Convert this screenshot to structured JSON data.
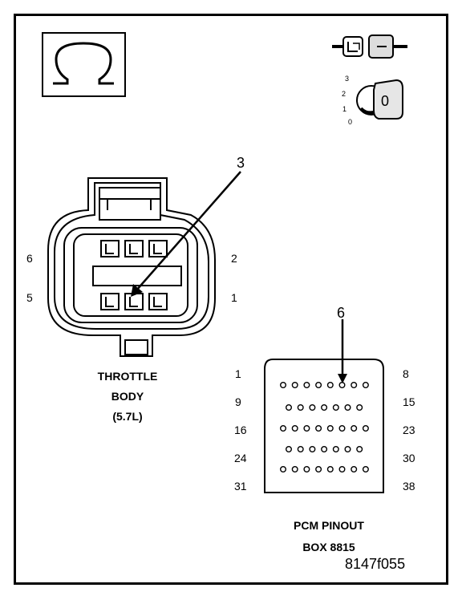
{
  "connector": {
    "pin_left_top": "6",
    "pin_left_bottom": "5",
    "pin_right_top": "2",
    "pin_right_bottom": "1",
    "callout": "3",
    "caption_line1": "THROTTLE",
    "caption_line2": "BODY",
    "caption_line3": "(5.7L)"
  },
  "pcm": {
    "callout": "6",
    "left_pins": [
      "1",
      "9",
      "16",
      "24",
      "31"
    ],
    "right_pins": [
      "8",
      "15",
      "23",
      "30",
      "38"
    ],
    "row_pin_counts": [
      8,
      7,
      8,
      7,
      8
    ],
    "caption_line1": "PCM PINOUT",
    "caption_line2": "BOX 8815"
  },
  "ignition": {
    "positions": [
      "3",
      "2",
      "1",
      "0"
    ],
    "key_label": "0"
  },
  "figure_id": "8147f055",
  "icons": [
    "omega-icon",
    "connector-disconnect-icon",
    "ignition-key-icon"
  ]
}
